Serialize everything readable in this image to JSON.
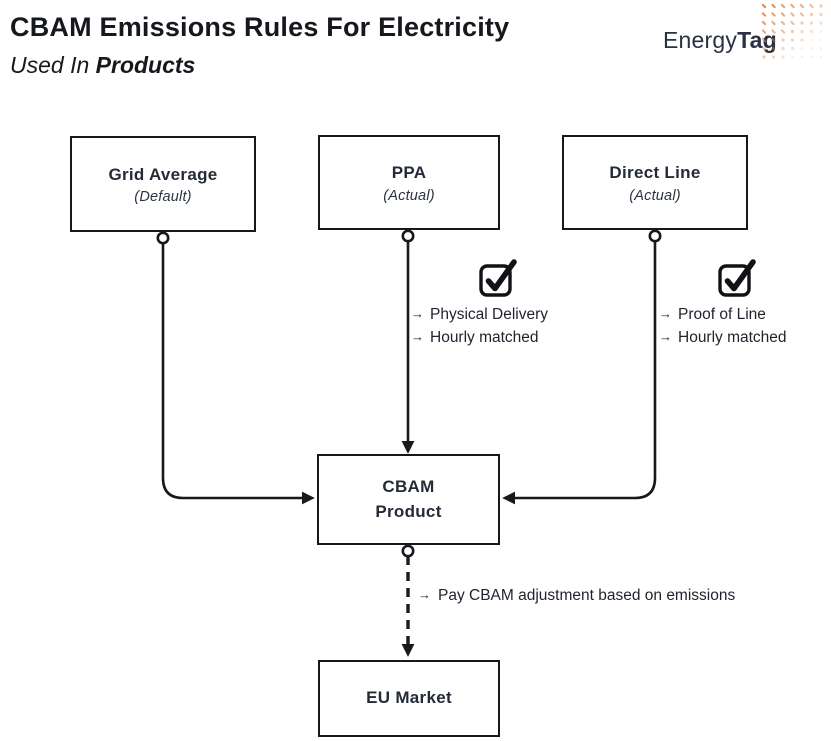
{
  "header": {
    "title": "CBAM Emissions Rules For Electricity",
    "subtitle_prefix": "Used In ",
    "subtitle_emphasis": "Products"
  },
  "logo": {
    "text_light": "Energy",
    "text_bold": "Tag",
    "dot_color": "#DD7E3D",
    "text_color": "#2A3142"
  },
  "nodes": {
    "grid_average": {
      "label": "Grid Average",
      "sublabel": "(Default)"
    },
    "ppa": {
      "label": "PPA",
      "sublabel": "(Actual)"
    },
    "direct_line": {
      "label": "Direct Line",
      "sublabel": "(Actual)"
    },
    "cbam_product": {
      "label_line1": "CBAM",
      "label_line2": "Product"
    },
    "eu_market": {
      "label": "EU Market"
    }
  },
  "annotations": {
    "arrow_glyph": "→",
    "ppa": {
      "icon": "checkbox-checked-icon",
      "items": [
        "Physical Delivery",
        "Hourly matched"
      ]
    },
    "direct_line": {
      "icon": "checkbox-checked-icon",
      "items": [
        "Proof of Line",
        "Hourly matched"
      ]
    },
    "cbam_to_market": {
      "text": "Pay CBAM adjustment based on emissions"
    }
  },
  "colors": {
    "line": "#17191d",
    "box_border": "#16181c",
    "background": "#ffffff"
  }
}
